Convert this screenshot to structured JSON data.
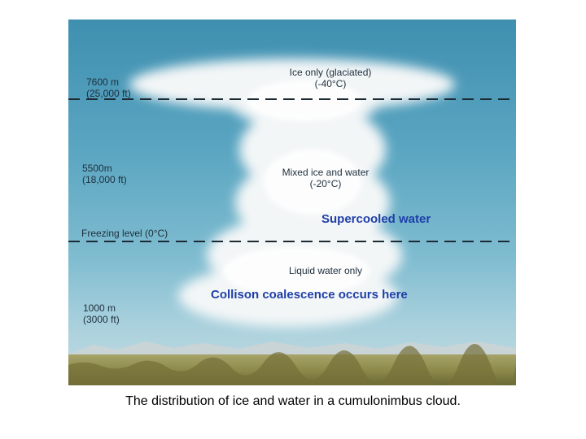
{
  "diagram": {
    "altitudes": [
      {
        "line1": "7600 m",
        "line2": "(25,000 ft)"
      },
      {
        "line1": "5500m",
        "line2": "(18,000 ft)"
      },
      {
        "line1": "1000 m",
        "line2": "(3000 ft)"
      }
    ],
    "freezing_level": "Freezing level (0°C)",
    "zones": {
      "ice_only": {
        "line1": "Ice only (glaciated)",
        "line2": "(-40°C)"
      },
      "mixed": {
        "line1": "Mixed ice and water",
        "line2": "(-20°C)"
      },
      "liquid": {
        "line1": "Liquid water only"
      }
    },
    "annotations": {
      "supercooled": "Supercooled water",
      "collision": "Collison coalescence occurs here"
    }
  },
  "caption": "The distribution of ice and water in a cumulonimbus cloud.",
  "colors": {
    "sky_top": "#3f8fb0",
    "cloud": "#f4f7f8",
    "annotation_text": "#1f3fa8",
    "ground": "#8a8a4a"
  }
}
